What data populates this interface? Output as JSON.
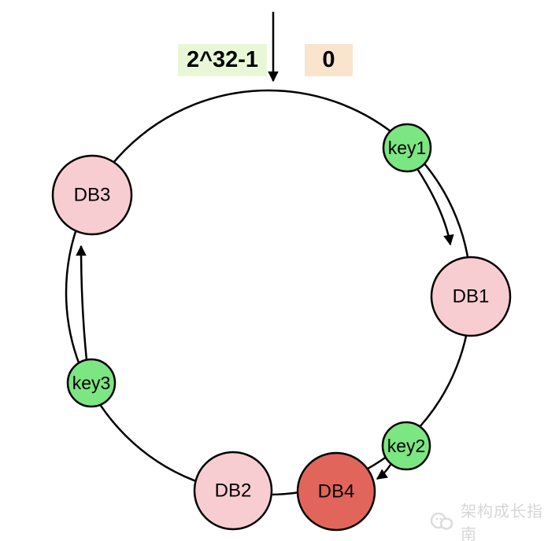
{
  "colors": {
    "key_green": "#7ce682",
    "db_pink": "#f8cdd2",
    "db_red": "#e2655c",
    "node_stroke": "#000000",
    "ring_stroke": "#000000",
    "label_green_bg": "#e9f7d6",
    "label_orange_bg": "#f9e5cd",
    "watermark_gray": "#d6d6d6"
  },
  "labels": {
    "max": "2^32-1",
    "zero": "0"
  },
  "nodes": {
    "key1": {
      "label": "key1"
    },
    "key2": {
      "label": "key2"
    },
    "key3": {
      "label": "key3"
    },
    "db1": {
      "label": "DB1"
    },
    "db2": {
      "label": "DB2"
    },
    "db3": {
      "label": "DB3"
    },
    "db4": {
      "label": "DB4"
    }
  },
  "watermark": {
    "text": "架构成长指南"
  }
}
